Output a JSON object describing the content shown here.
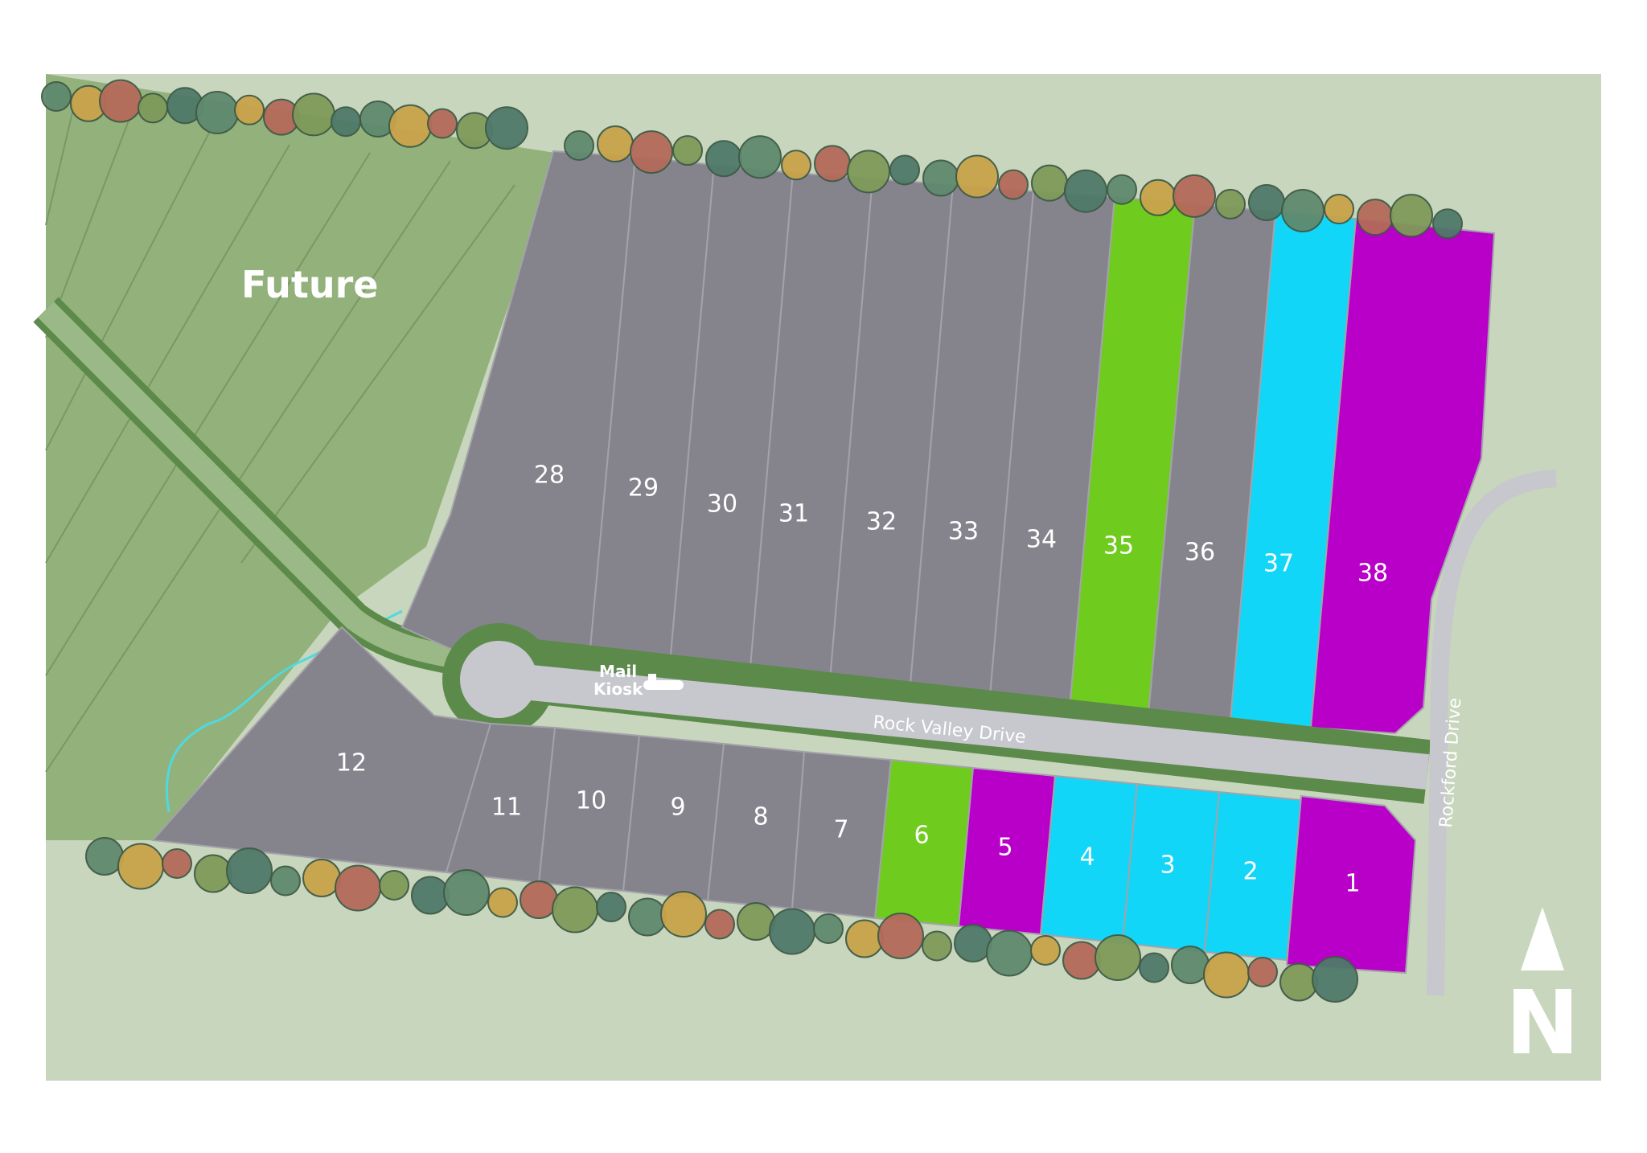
{
  "map": {
    "future_label": "Future",
    "kiosk_label_line1": "Mail",
    "kiosk_label_line2": "Kiosk",
    "road_main": "Rock Valley Drive",
    "road_side": "Rockford Drive",
    "north_label": "N"
  },
  "colors": {
    "available": "#85848d",
    "green": "#6fcc1e",
    "magenta": "#b800c8",
    "cyan": "#12d6f7",
    "future_fill": "#92b17b",
    "background": "#c7d6bc",
    "road": "#c7c7ce",
    "road_edge": "#5b8a4a"
  },
  "lots": [
    {
      "number": "1",
      "status": "magenta",
      "selected": true
    },
    {
      "number": "2",
      "status": "cyan"
    },
    {
      "number": "3",
      "status": "cyan"
    },
    {
      "number": "4",
      "status": "cyan"
    },
    {
      "number": "5",
      "status": "magenta"
    },
    {
      "number": "6",
      "status": "green"
    },
    {
      "number": "7",
      "status": "available"
    },
    {
      "number": "8",
      "status": "available"
    },
    {
      "number": "9",
      "status": "available"
    },
    {
      "number": "10",
      "status": "available"
    },
    {
      "number": "11",
      "status": "available"
    },
    {
      "number": "12",
      "status": "available"
    },
    {
      "number": "28",
      "status": "available"
    },
    {
      "number": "29",
      "status": "available"
    },
    {
      "number": "30",
      "status": "available"
    },
    {
      "number": "31",
      "status": "available"
    },
    {
      "number": "32",
      "status": "available"
    },
    {
      "number": "33",
      "status": "available"
    },
    {
      "number": "34",
      "status": "available"
    },
    {
      "number": "35",
      "status": "green"
    },
    {
      "number": "36",
      "status": "available"
    },
    {
      "number": "37",
      "status": "cyan"
    },
    {
      "number": "38",
      "status": "magenta"
    }
  ]
}
